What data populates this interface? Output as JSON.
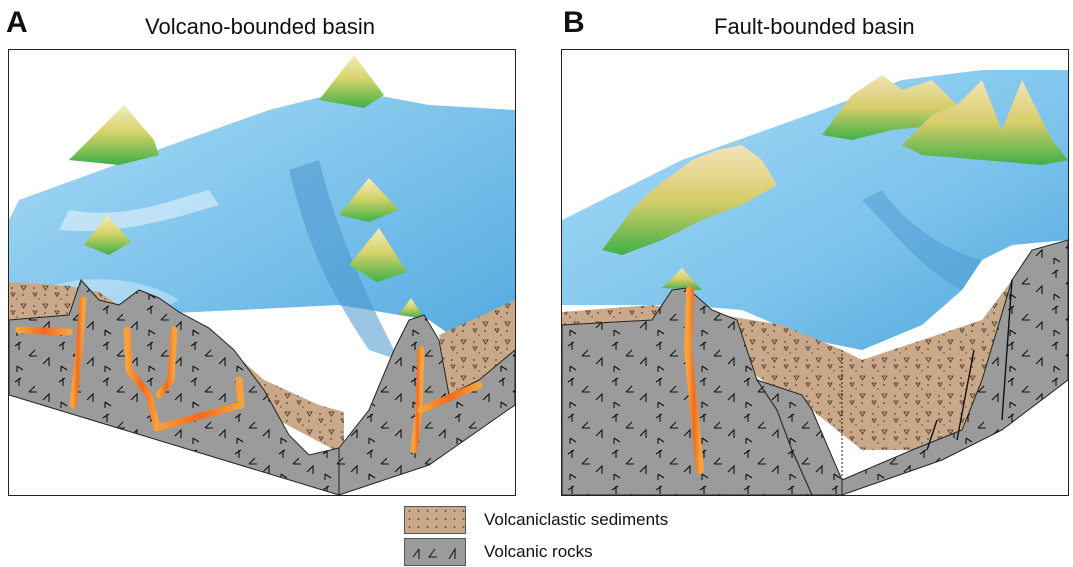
{
  "panels": [
    {
      "letter": "A",
      "title": "Volcano-bounded basin"
    },
    {
      "letter": "B",
      "title": "Fault-bounded basin"
    }
  ],
  "legend": [
    {
      "label": "Volcaniclastic sediments",
      "color": "#c9a98a"
    },
    {
      "label": "Volcanic rocks",
      "color": "#9b9b9b"
    }
  ],
  "colors": {
    "seafloor": "#7cc3ec",
    "seafloor_deep": "#5aaee0",
    "sediment_fill": "#c9a98a",
    "sediment_dark": "#8f6b4a",
    "volcanic_rock": "#9b9b9b",
    "magma_dike": "#f58220",
    "peak_green": "#3fb048",
    "peak_yellow": "#e8e08a"
  }
}
